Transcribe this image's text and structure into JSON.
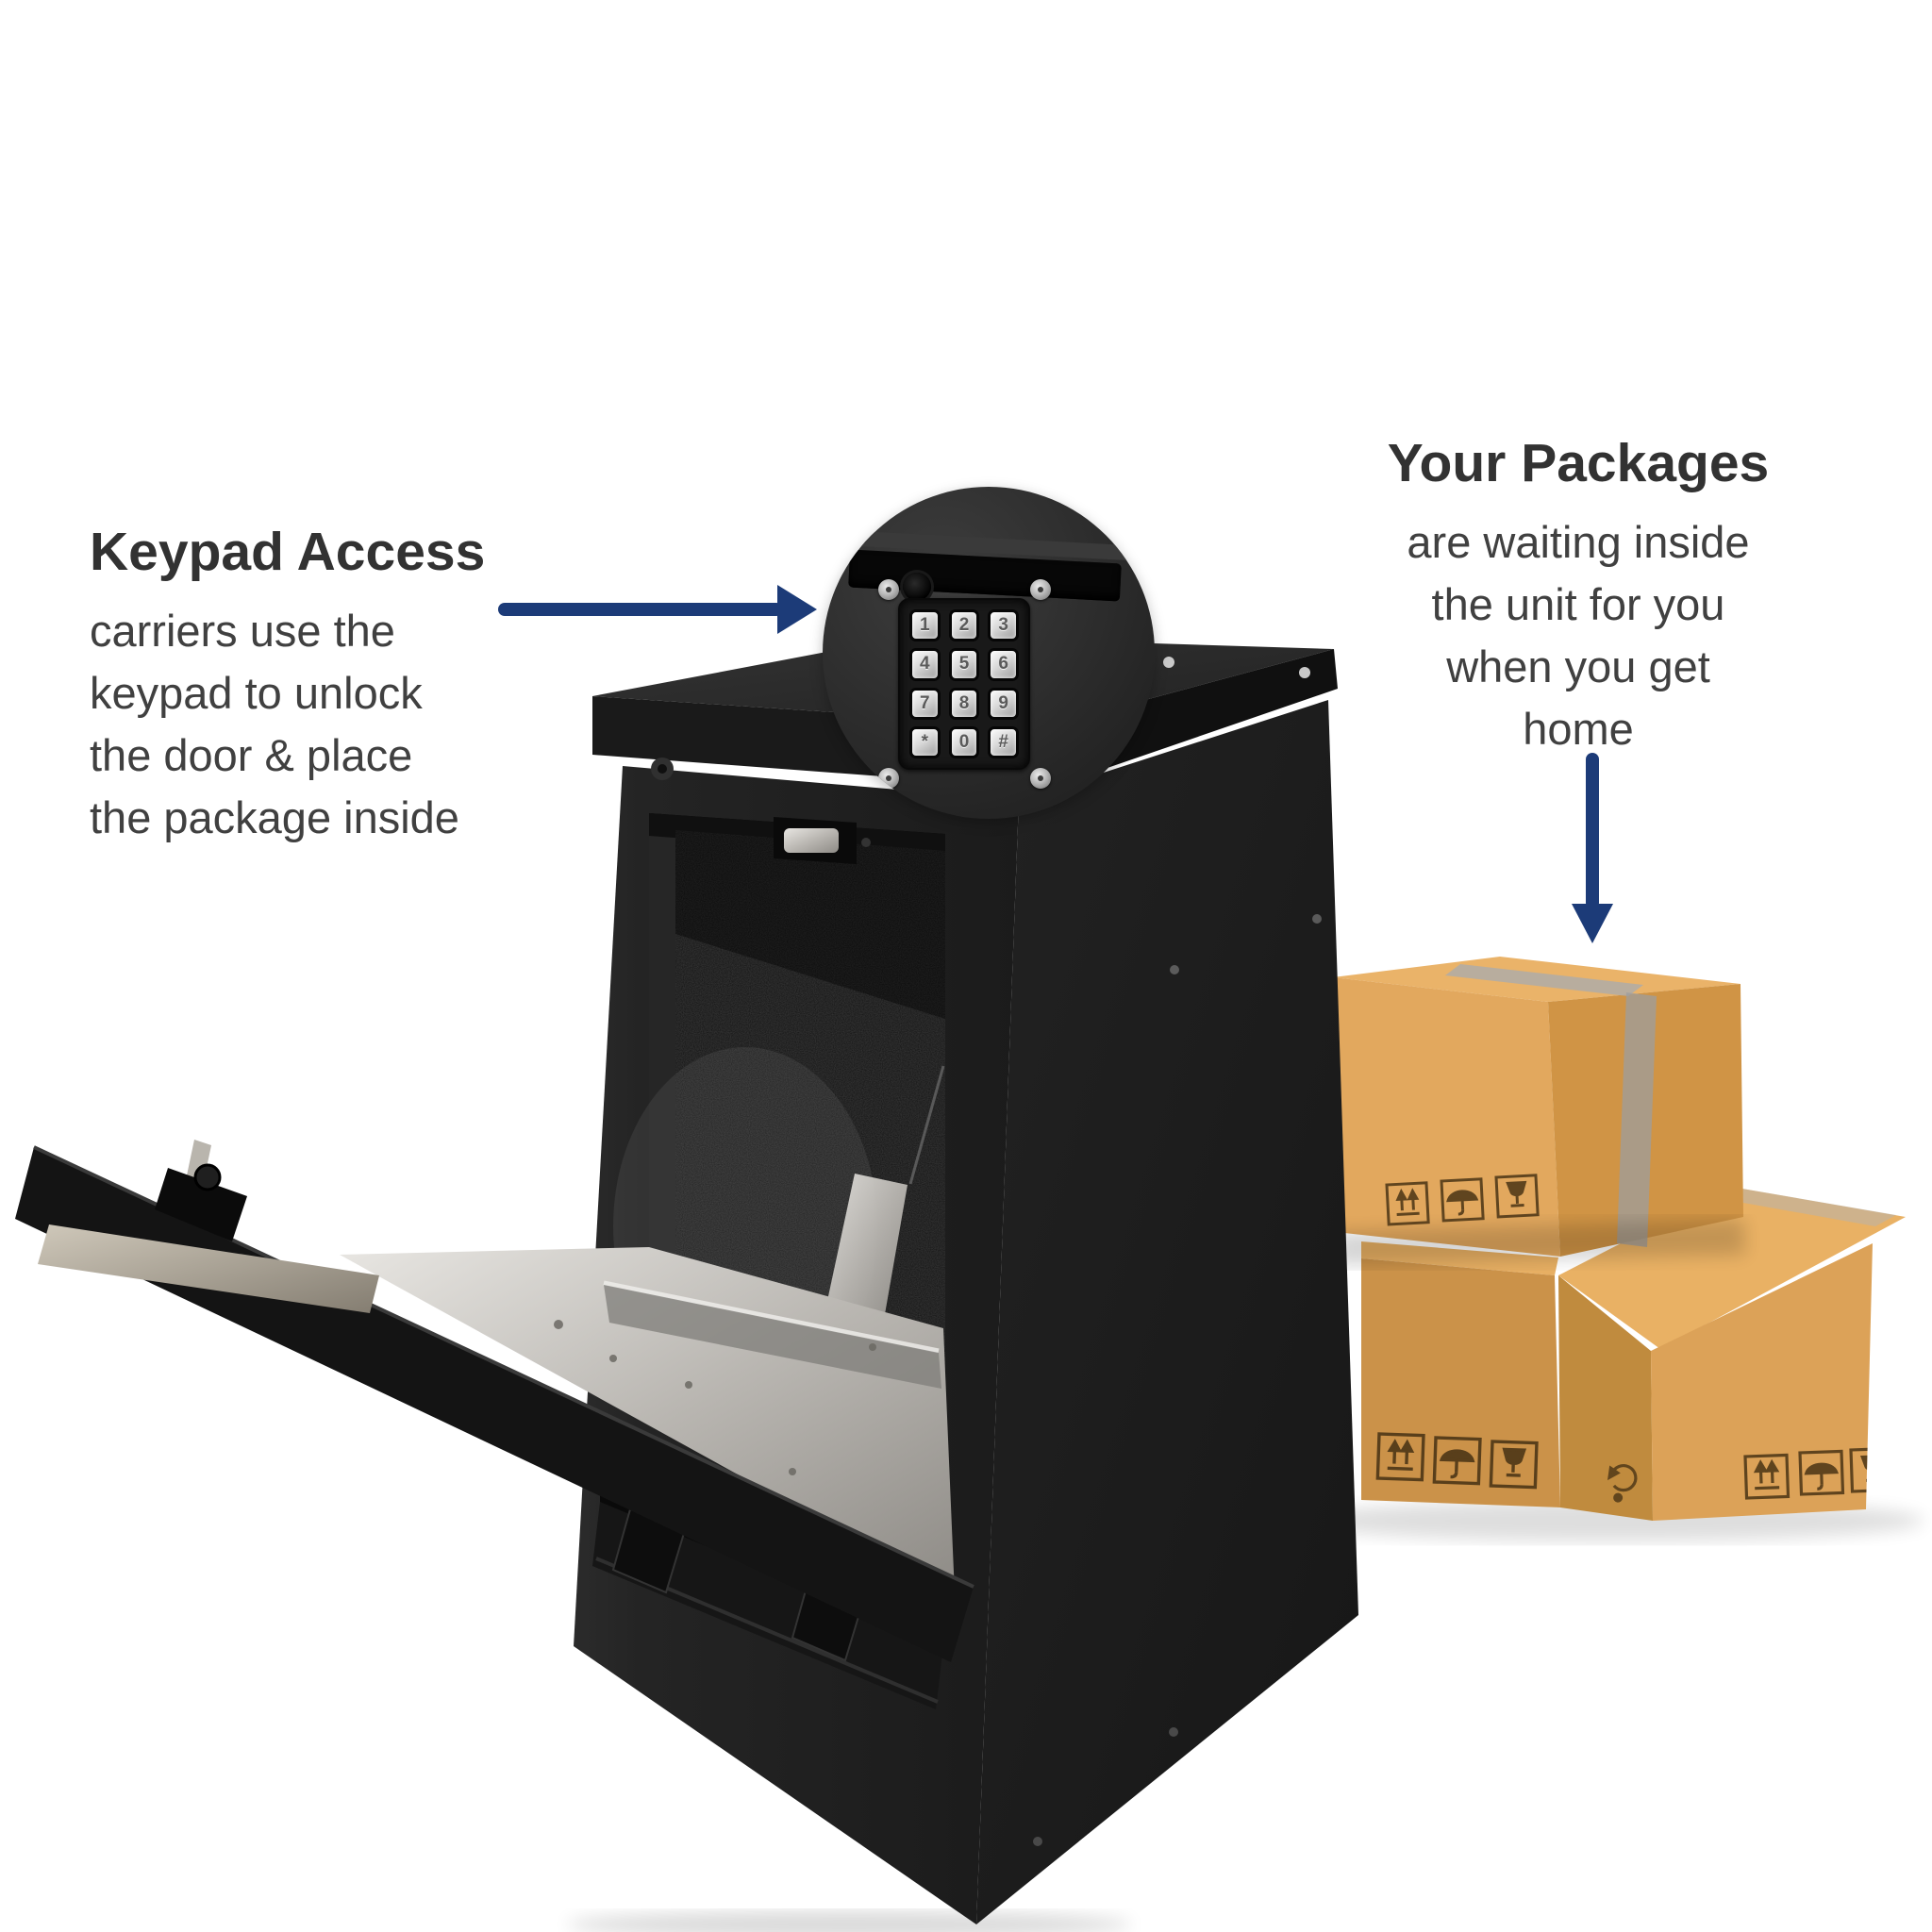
{
  "page": {
    "background": "#ffffff"
  },
  "annotations": {
    "keypad": {
      "title": "Keypad Access",
      "lines": [
        "carriers use the",
        "keypad to unlock",
        "the door & place",
        "the package inside"
      ]
    },
    "packages": {
      "title": "Your Packages",
      "lines": [
        "are waiting inside",
        "the unit for you",
        "when you get",
        "home"
      ]
    }
  },
  "keypad": {
    "keys": [
      "1",
      "2",
      "3",
      "4",
      "5",
      "6",
      "7",
      "8",
      "9",
      "*",
      "0",
      "#"
    ]
  },
  "colors": {
    "arrow": "#1c3b78",
    "heading": "#323232",
    "body": "#404040",
    "box_black": "#1e1e1e",
    "metal_silver": "#b7b4af",
    "cardboard": "#dca258",
    "cardboard_top": "#eab167",
    "cardboard_dark": "#c08b3e",
    "shipping_marks": "#4a3415",
    "tape": "#a6a6a6"
  },
  "icons": {
    "keypad_pointer": "arrow-right-icon",
    "packages_pointer": "arrow-down-icon",
    "shipping_marks": [
      "this-way-up-icon",
      "keep-dry-icon",
      "fragile-icon",
      "recycle-icon"
    ]
  }
}
